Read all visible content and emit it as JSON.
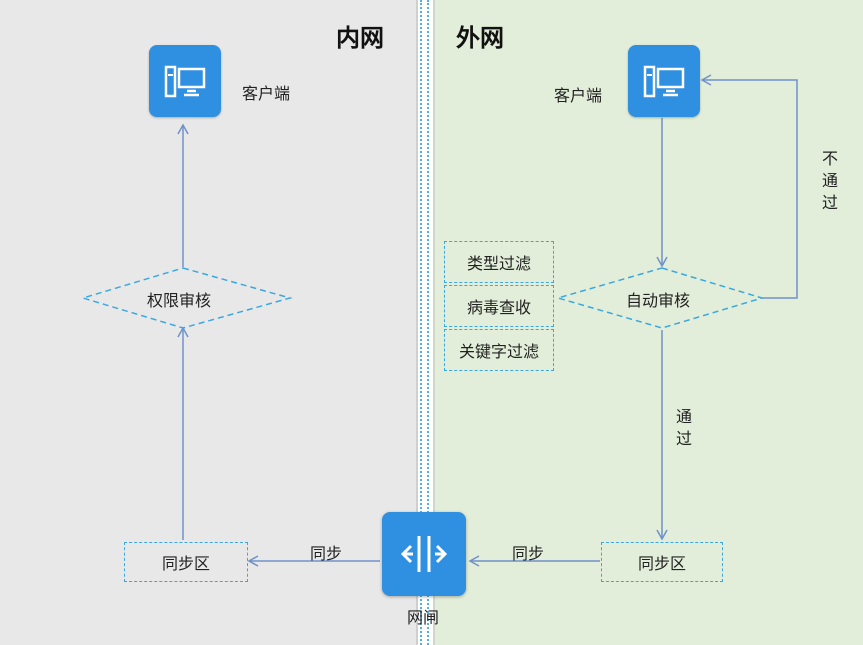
{
  "inner_zone": {
    "title": "内网",
    "client_label": "客户端",
    "review_label": "权限审核",
    "sync_area_label": "同步区",
    "sync_arrow_label": "同步"
  },
  "outer_zone": {
    "title": "外网",
    "client_label": "客户端",
    "review_label": "自动审核",
    "sync_area_label": "同步区",
    "sync_arrow_label": "同步",
    "reject_label": "不通过",
    "pass_label": "通过",
    "filters": [
      "类型过滤",
      "病毒查收",
      "关键字过滤"
    ]
  },
  "gateway": {
    "label": "网闸",
    "icon": "gateway-icon"
  },
  "colors": {
    "inner_bg": "#e8e8e8",
    "outer_bg": "#e2eed9",
    "icon_blue": "#2f8fe0",
    "dash_blue": "#3aa8e0",
    "arrow": "#7092c9"
  }
}
